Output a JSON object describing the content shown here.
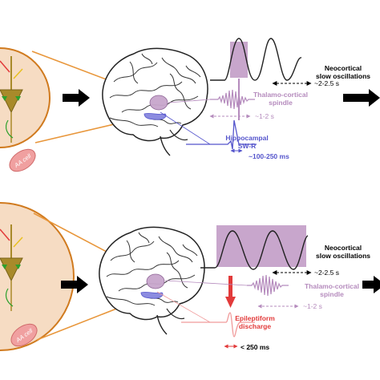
{
  "panels": [
    {
      "id": "top",
      "cell_label": "AA cell",
      "slow_osc": "Neocortical slow oscillations",
      "slow_osc_lines": [
        "Neocortical",
        "slow oscillations"
      ],
      "slow_osc_timing": "~2-2.5 s",
      "spindle": "Thalamo-cortical spindle",
      "spindle_lines": [
        "Thalamo-cortical",
        "spindle"
      ],
      "spindle_timing": "~1-2 s",
      "event": "Hippocampal SW-R",
      "event_lines": [
        "Hippocampal",
        "SW-R"
      ],
      "event_timing": "~100-250 ms"
    },
    {
      "id": "bottom",
      "cell_label": "AA cell",
      "slow_osc": "Neocortical slow oscillations",
      "slow_osc_lines": [
        "Neocortical",
        "slow oscillations"
      ],
      "slow_osc_timing": "~2-2.5 s",
      "spindle": "Thalamo-cortical spindle",
      "spindle_lines": [
        "Thalamo-cortical",
        "spindle"
      ],
      "spindle_timing": "~1-2 s",
      "event": "Epileptiform discharge",
      "event_lines": [
        "Epileptiform",
        "discharge"
      ],
      "event_timing": "< 250 ms"
    }
  ],
  "colors": {
    "circle_fill": "#f6dcc3",
    "circle_stroke": "#d07a1e",
    "orange_line": "#e8963a",
    "cell_body": "#a88a2a",
    "aa_cell": "#f0a0a0",
    "spindle": "#b58bbd",
    "highlight": "#c8a6cc",
    "swr": "#5555cc",
    "epileptiform": "#e23a3a",
    "epi_trace": "#f09a9a"
  }
}
